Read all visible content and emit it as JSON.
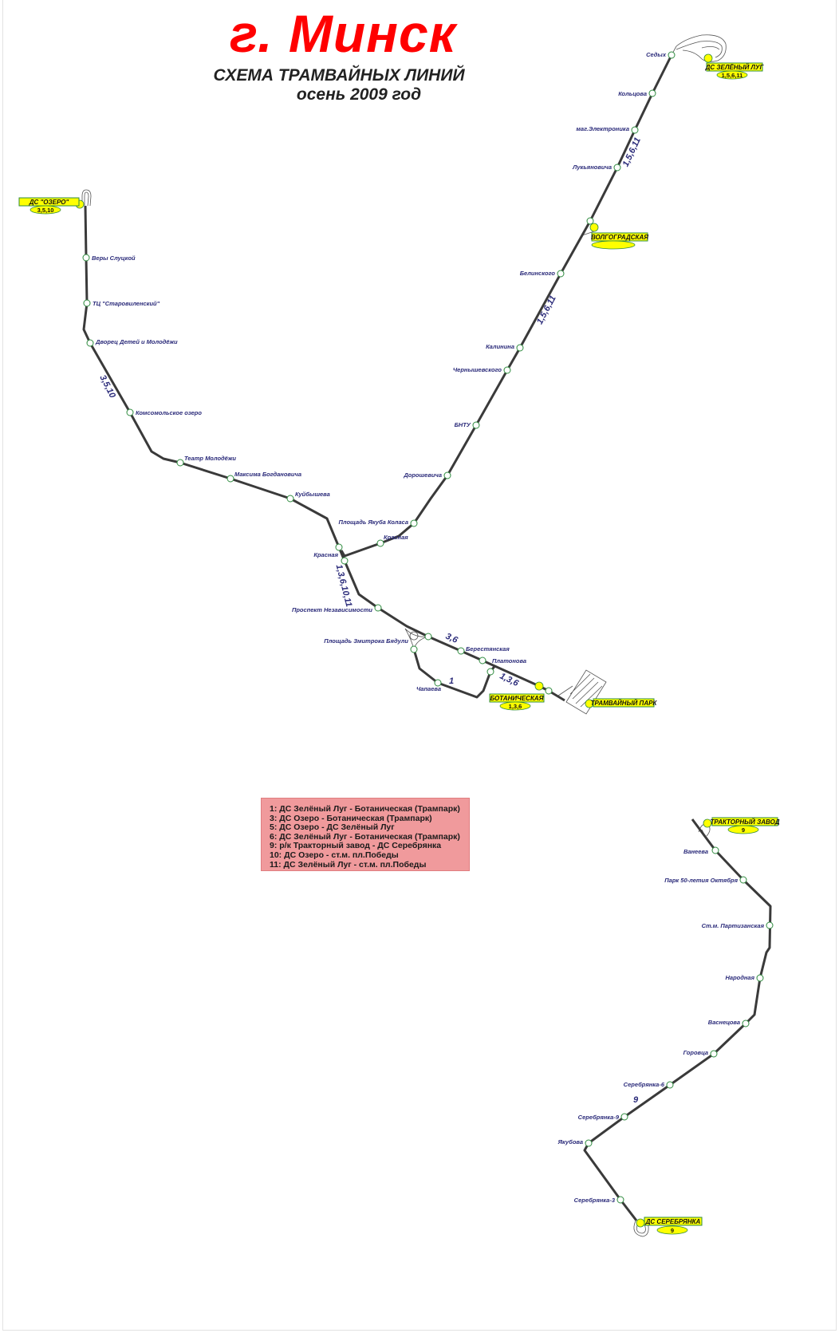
{
  "header": {
    "city": "г. Минск",
    "subtitle": "СХЕМА ТРАМВАЙНЫХ ЛИНИЙ",
    "period": "осень 2009 год"
  },
  "colors": {
    "title": "#ff0000",
    "track": "#3a3a3a",
    "terminus": "#ffff00",
    "station_ring": "#2e8b3e",
    "legend_bg": "#f09a9c",
    "label": "#2b2b7a"
  },
  "stations": [
    "Веры Слуцкой",
    "ТЦ \"Старовиленский\"",
    "Дворец Детей и Молодёжи",
    "Комсомольское озеро",
    "Театр Молодёжи",
    "Максима Богдановича",
    "Куйбышева",
    "Красная",
    "Седых",
    "Кольцова",
    "маг.Электроника",
    "Лукьяновича",
    "Белинского",
    "Калинина",
    "Чернышевского",
    "БНТУ",
    "Дорошевича",
    "Площадь Якуба Коласа",
    "Красная",
    "Проспект Независимости",
    "Площадь Змитрока Бядули",
    "Берестянская",
    "Платонова",
    "Чапаева",
    "Ванеева",
    "Парк 50-летия Октября",
    "Ст.м. Партизанская",
    "Народная",
    "Васнецова",
    "Горовца",
    "Серебрянка-6",
    "Серебрянка-9",
    "Якубова",
    "Серебрянка-3"
  ],
  "termini": [
    {
      "name": "ДС \"ОЗЕРО\"",
      "routes": "3,5,10"
    },
    {
      "name": "ДС ЗЕЛЁНЫЙ ЛУГ",
      "routes": "1,5,6,11"
    },
    {
      "name": "ВОЛГОГРАДСКАЯ",
      "routes": ""
    },
    {
      "name": "БОТАНИЧЕСКАЯ",
      "routes": "1,3,6"
    },
    {
      "name": "ТРАМВАЙНЫЙ ПАРК",
      "routes": null
    },
    {
      "name": "ТРАКТОРНЫЙ ЗАВОД",
      "routes": "9"
    },
    {
      "name": "ДС СЕРЕБРЯНКА",
      "routes": "9"
    }
  ],
  "route_labels": [
    "1,5,6,11",
    "1,5,6,11",
    "3,5,10",
    "1,3,6,10,11",
    "3,6",
    "1,3,6",
    "1",
    "9"
  ],
  "legend": [
    "1: ДС Зелёный Луг - Ботаническая (Трампарк)",
    "3: ДС Озеро - Ботаническая (Трампарк)",
    "5: ДС Озеро - ДС Зелёный Луг",
    "6: ДС Зелёный Луг - Ботаническая (Трампарк)",
    "9: р/к Тракторный завод - ДС Серебрянка",
    "10: ДС Озеро - ст.м. пл.Победы",
    "11: ДС Зелёный Луг - ст.м. пл.Победы"
  ]
}
